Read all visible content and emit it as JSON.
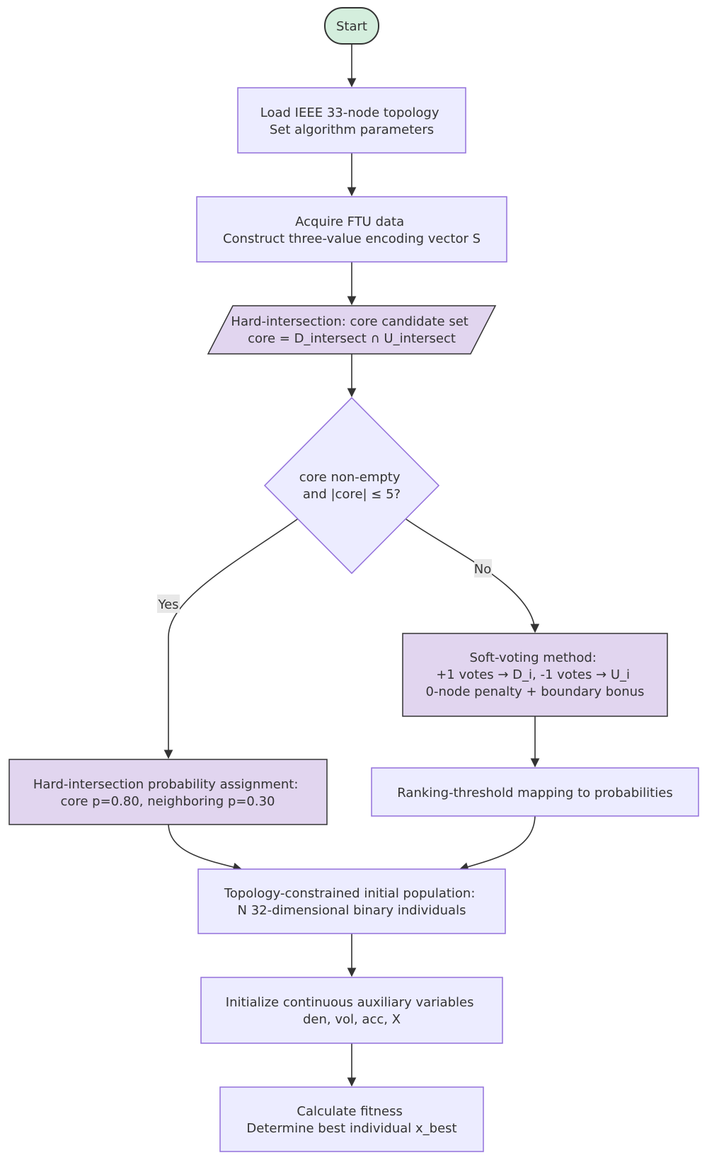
{
  "nodes": {
    "start": {
      "lines": [
        "Start"
      ],
      "fill": "#d4eedd",
      "stroke": "#333333"
    },
    "load": {
      "lines": [
        "Load IEEE 33-node topology",
        "Set algorithm parameters"
      ],
      "fill": "#ececff",
      "stroke": "#9370db"
    },
    "acquire": {
      "lines": [
        "Acquire FTU data",
        "Construct three-value encoding vector S"
      ],
      "fill": "#ececff",
      "stroke": "#9370db"
    },
    "hard_intersection": {
      "lines": [
        "Hard-intersection: core candidate set",
        "core = D_intersect ∩ U_intersect"
      ],
      "fill": "#e1d5ef",
      "stroke": "#333333"
    },
    "decision": {
      "lines": [
        "core non-empty",
        "and |core| ≤ 5?"
      ],
      "fill": "#ececff",
      "stroke": "#9370db"
    },
    "soft_voting": {
      "lines": [
        "Soft-voting method:",
        "+1 votes → D_i, -1 votes → U_i",
        "0-node penalty + boundary bonus"
      ],
      "fill": "#e1d5ef",
      "stroke": "#333333"
    },
    "hard_prob": {
      "lines": [
        "Hard-intersection probability assignment:",
        "core p=0.80, neighboring p=0.30"
      ],
      "fill": "#e1d5ef",
      "stroke": "#333333"
    },
    "ranking": {
      "lines": [
        "Ranking-threshold mapping to probabilities"
      ],
      "fill": "#ececff",
      "stroke": "#9370db"
    },
    "population": {
      "lines": [
        "Topology-constrained initial population:",
        "N 32-dimensional binary individuals"
      ],
      "fill": "#ececff",
      "stroke": "#9370db"
    },
    "init_vars": {
      "lines": [
        "Initialize continuous auxiliary variables",
        "den, vol, acc, X"
      ],
      "fill": "#ececff",
      "stroke": "#9370db"
    },
    "fitness": {
      "lines": [
        "Calculate fitness",
        "Determine best individual x_best"
      ],
      "fill": "#ececff",
      "stroke": "#9370db"
    }
  },
  "edge_labels": {
    "yes": "Yes",
    "no": "No"
  },
  "colors": {
    "edge": "#333333",
    "edge_label_bg": "#e8e8e8"
  }
}
